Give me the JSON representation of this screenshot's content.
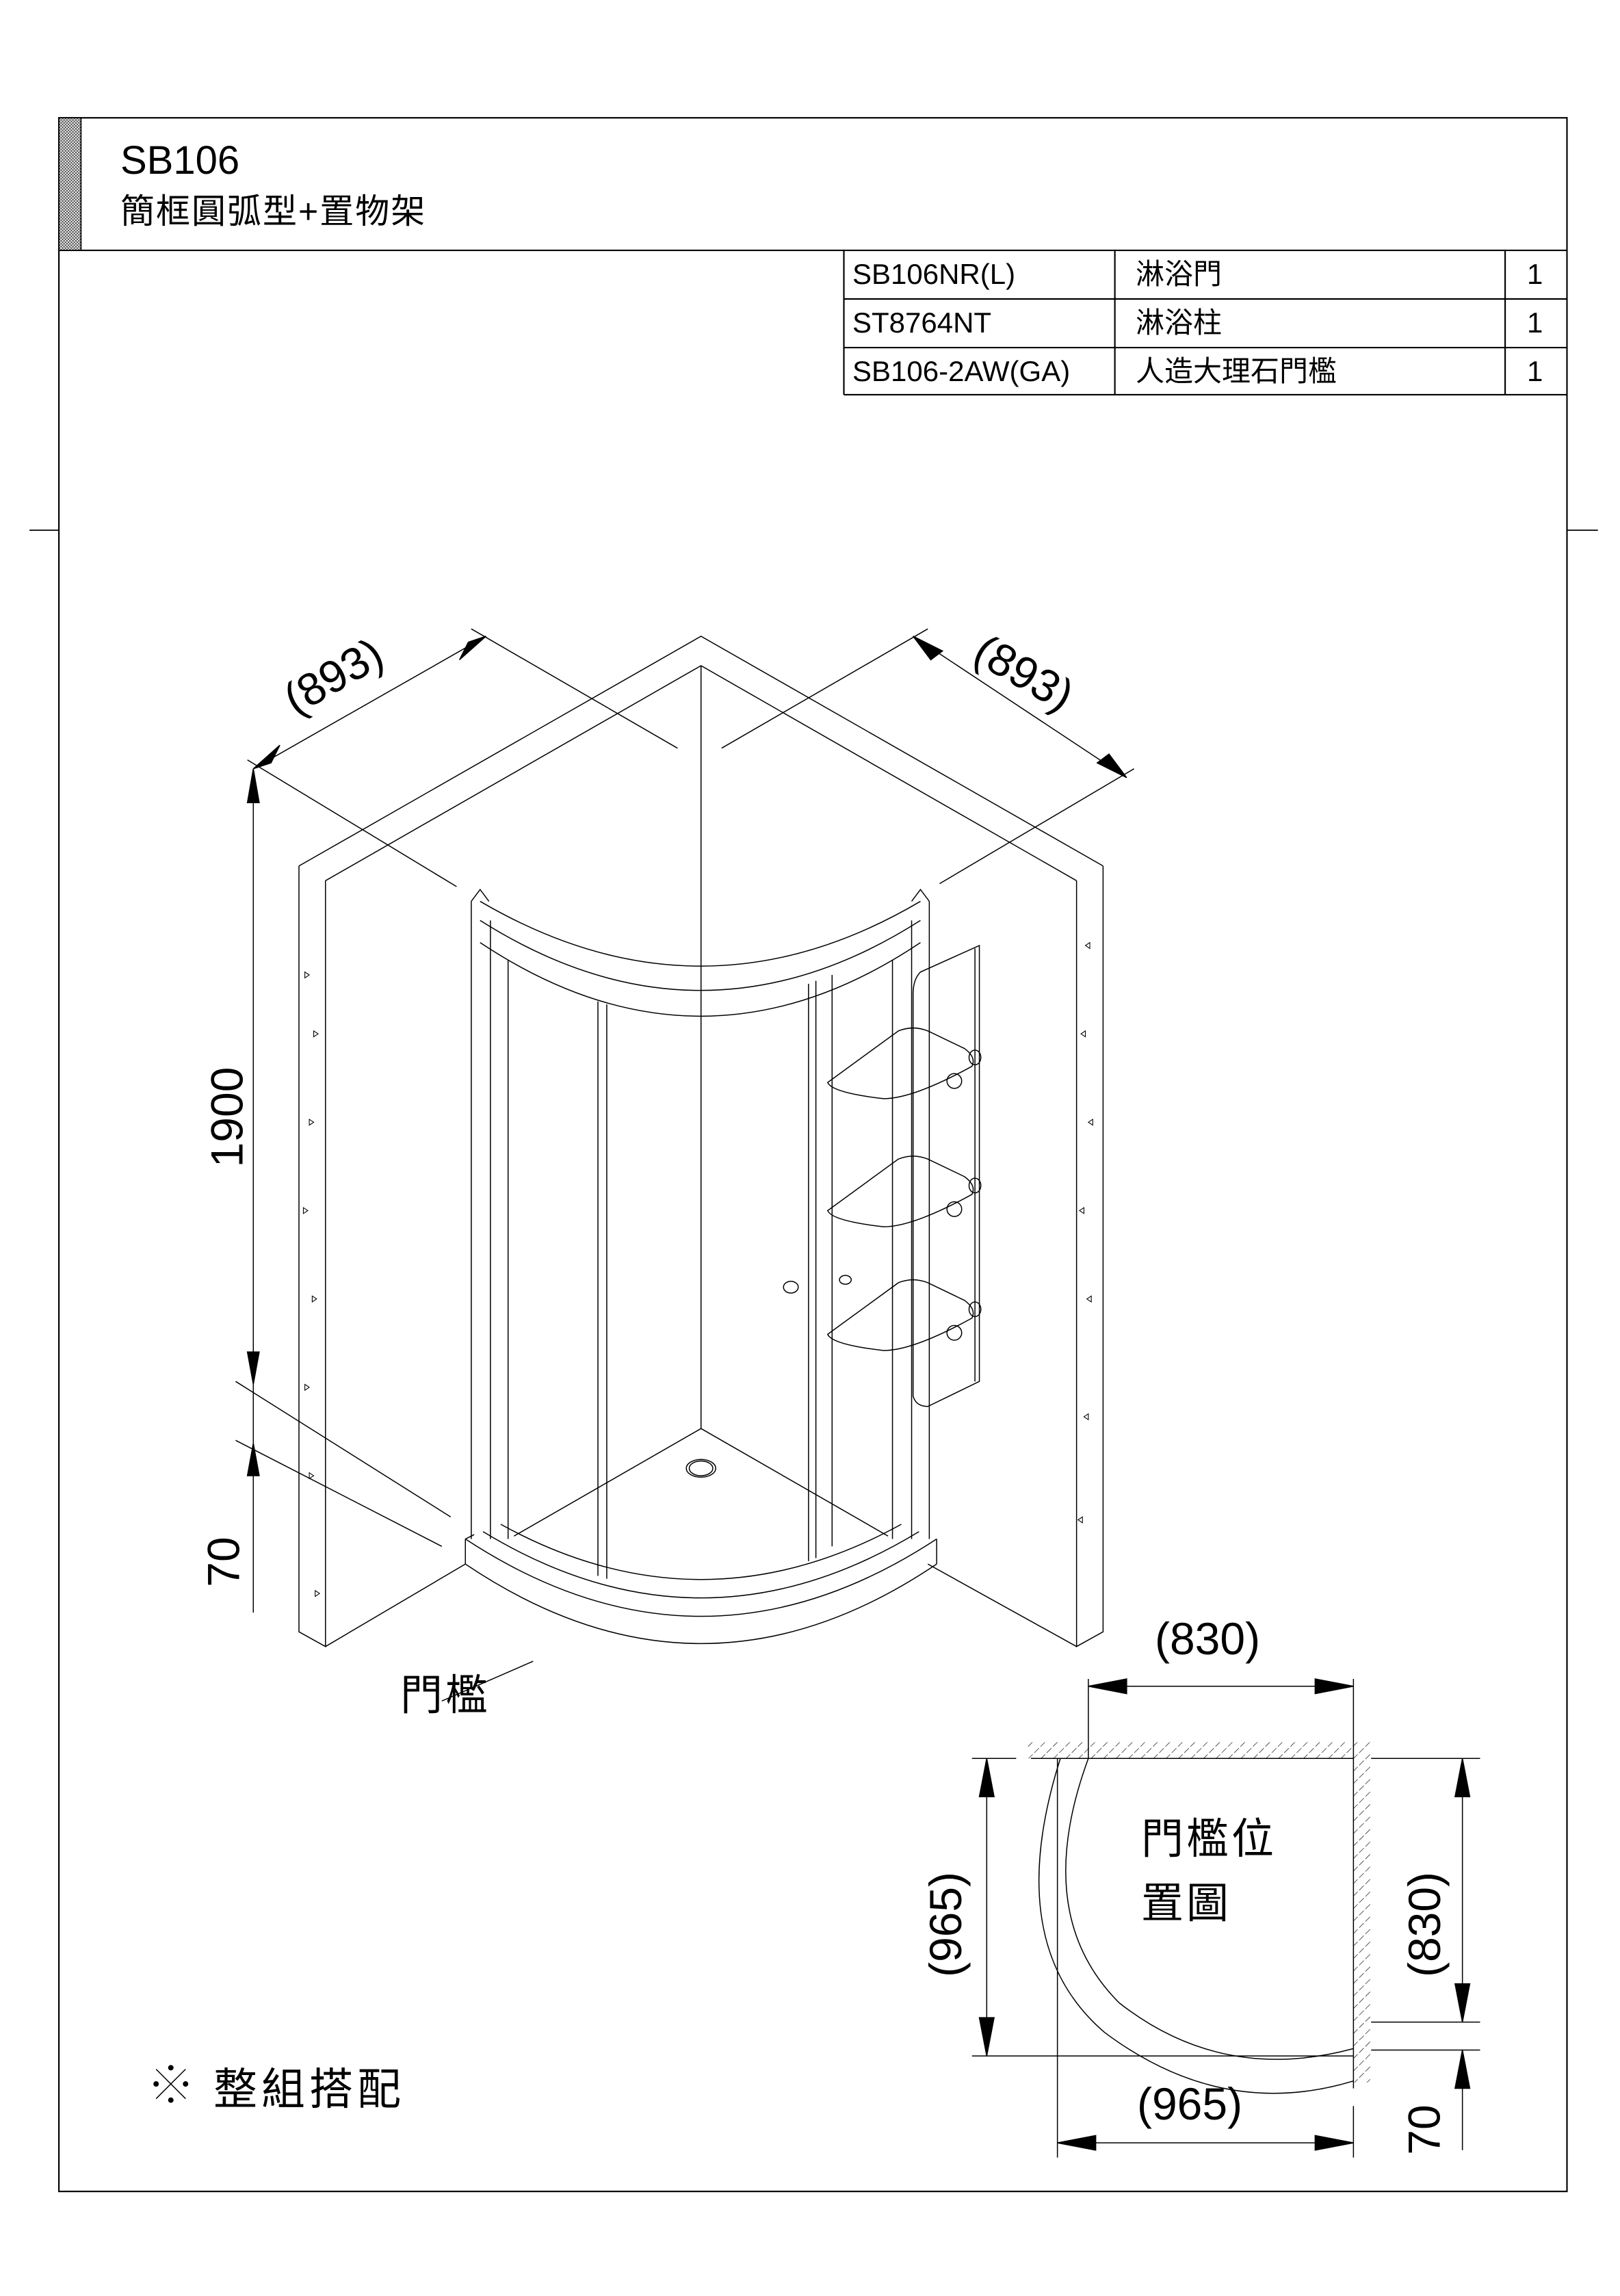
{
  "header": {
    "model": "SB106",
    "description": "簡框圓弧型+置物架"
  },
  "parts_table": {
    "rows": [
      {
        "code": "SB106NR(L)",
        "name": "淋浴門",
        "qty": "1"
      },
      {
        "code": "ST8764NT",
        "name": "淋浴柱",
        "qty": "1"
      },
      {
        "code": "SB106-2AW(GA)",
        "name": "人造大理石門檻",
        "qty": "1"
      }
    ]
  },
  "isometric_view": {
    "dim_left_depth": "(893)",
    "dim_right_depth": "(893)",
    "dim_height": "1900",
    "dim_threshold_height": "70",
    "callout_threshold": "門檻"
  },
  "plan_view": {
    "title_line1": "門檻位",
    "title_line2": "置圖",
    "dim_top": "(830)",
    "dim_left": "(965)",
    "dim_right": "(830)",
    "dim_bottom": "(965)",
    "dim_right_small": "70"
  },
  "footer_note": {
    "symbol": "※",
    "text": "整組搭配"
  },
  "colors": {
    "line": "#000000",
    "background": "#ffffff",
    "hatch": "#000000"
  }
}
